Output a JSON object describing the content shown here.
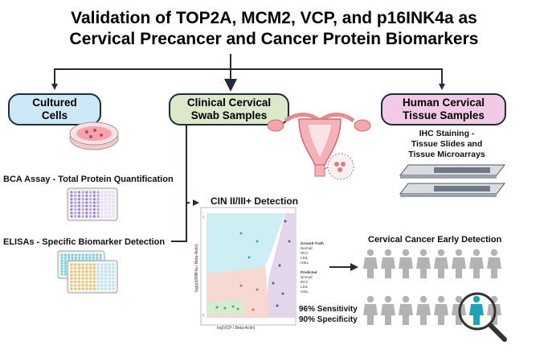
{
  "title": {
    "line1": "Validation of TOP2A, MCM2, VCP, and p16INK4a as",
    "line2": "Cervical Precancer and Cancer Protein Biomarkers"
  },
  "sources": {
    "cultured": {
      "line1": "Cultured",
      "line2": "Cells",
      "color": "#cde9f7"
    },
    "swab": {
      "line1": "Clinical Cervical",
      "line2": "Swab Samples",
      "color": "#dbe8c9"
    },
    "tissue": {
      "line1": "Human Cervical",
      "line2": "Tissue Samples",
      "color": "#f2c9e6"
    }
  },
  "assays": {
    "bca": "BCA Assay - Total Protein Quantification",
    "elisa": "ELISAs - Specific Biomarker Detection"
  },
  "ihc": {
    "line1": "IHC Staining -",
    "line2": "Tissue Slides and",
    "line3": "Tissue Microarrays"
  },
  "plot": {
    "title": "CIN II/III+ Detection",
    "xlabel": "log(VCP / Beta-Actin)",
    "ylabel": "log(p16INK4a / Beta-Actin)",
    "legend_truth_title": "Ground Truth",
    "legend_truth": [
      "Normal",
      "RCC",
      "LSIL",
      "HSIL"
    ],
    "legend_pred_title": "Predicted",
    "legend_pred": [
      "Normal",
      "RCC",
      "LSIL",
      "HSIL"
    ],
    "sensitivity": "96% Sensitivity",
    "specificity": "90% Specificity"
  },
  "detection": {
    "title": "Cervical Cancer Early Detection"
  },
  "colors": {
    "outline": "#1f2d3d",
    "region_normal": "#cdeef3",
    "region_rcc": "#d4ecd0",
    "region_lsil": "#f7d8d2",
    "region_hsil": "#e3d6ea",
    "person": "#b3b3b3",
    "highlight": "#1fa3b5"
  }
}
